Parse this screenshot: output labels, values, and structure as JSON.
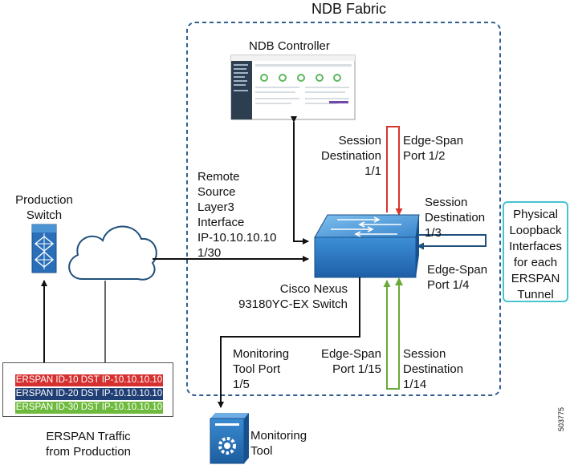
{
  "fabric": {
    "title": "NDB Fabric"
  },
  "controller": {
    "label": "NDB Controller"
  },
  "production_switch": {
    "label_line1": "Production",
    "label_line2": "Switch"
  },
  "remote_source": {
    "lines": [
      "Remote",
      "Source",
      "Layer3",
      "Interface",
      "IP-10.10.10.10",
      "1/30"
    ]
  },
  "session_dest_1": {
    "lines": [
      "Session",
      "Destination",
      "1/1"
    ]
  },
  "edge_span_1": {
    "lines": [
      "Edge-Span",
      "Port 1/2"
    ]
  },
  "session_dest_3": {
    "lines": [
      "Session",
      "Destination",
      "1/3"
    ]
  },
  "edge_span_4": {
    "lines": [
      "Edge-Span",
      "Port 1/4"
    ]
  },
  "loopback": {
    "lines": [
      "Physical",
      "Loopback",
      "Interfaces",
      "for each",
      "ERSPAN",
      "Tunnel"
    ]
  },
  "nexus_switch": {
    "lines": [
      "Cisco Nexus",
      "93180YC-EX Switch"
    ]
  },
  "monitoring_port": {
    "lines": [
      "Monitoring",
      "Tool Port",
      "1/5"
    ]
  },
  "edge_span_15": {
    "lines": [
      "Edge-Span",
      "Port 1/15"
    ]
  },
  "session_dest_14": {
    "lines": [
      "Session",
      "Destination",
      "1/14"
    ]
  },
  "erspan_rows": [
    "ERSPAN ID-10 DST IP-10.10.10.10",
    "ERSPAN ID-20 DST IP-10.10.10.10",
    "ERSPAN ID-30 DST IP-10.10.10.10"
  ],
  "erspan_caption": {
    "line1": "ERSPAN Traffic",
    "line2": "from Production"
  },
  "monitoring_tool": {
    "line1": "Monitoring",
    "line2": "Tool"
  },
  "figure_id": "503775",
  "colors": {
    "red_row": "#d62f2f",
    "blue_row": "#203f75",
    "green_row": "#6dba3c",
    "red_arrow": "#d9342b",
    "green_arrow": "#6aaa3a",
    "navy_arrow": "#1f4f7a",
    "fabric_border": "#2f5f8f",
    "loopback_border": "#47c3d1"
  }
}
